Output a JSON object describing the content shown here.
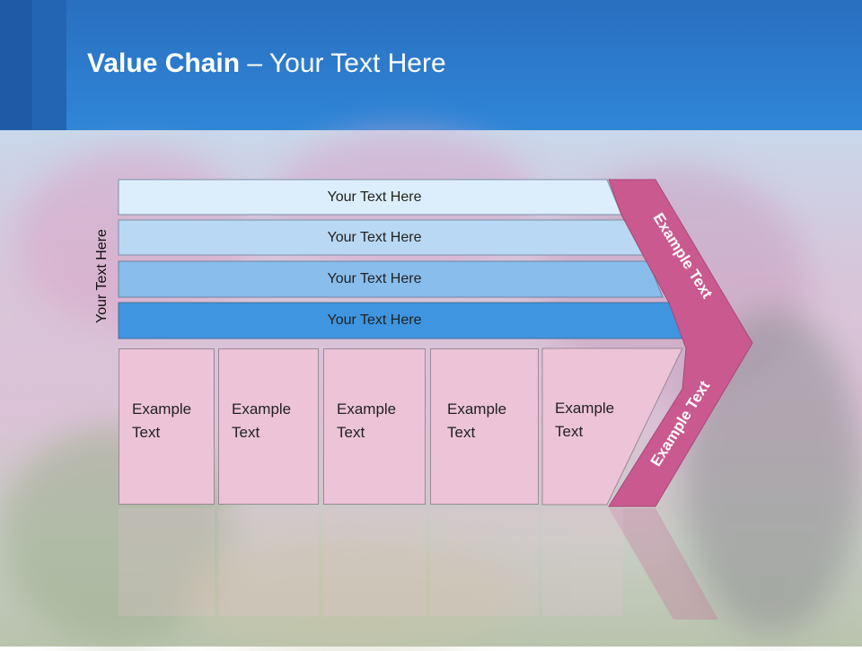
{
  "slide": {
    "title_bold": "Value Chain",
    "title_rest": " – Your Text Here",
    "vertical_label": "Your Text Here",
    "bars": [
      "Your Text Here",
      "Your Text Here",
      "Your Text Here",
      "Your Text Here"
    ],
    "boxes": [
      {
        "line1": "Example",
        "line2": "Text"
      },
      {
        "line1": "Example",
        "line2": "Text"
      },
      {
        "line1": "Example",
        "line2": "Text"
      },
      {
        "line1": "Example",
        "line2": "Text"
      },
      {
        "line1": "Example",
        "line2": "Text"
      }
    ],
    "arrow_top_label": "Example Text",
    "arrow_bottom_label": "Example Text",
    "colors": {
      "bar1": "#dceefb",
      "bar2": "#b9d8f3",
      "bar3": "#88bdec",
      "bar4": "#3f95df",
      "box": "#ecc3d7",
      "arrow": "#c9598f",
      "header": "#2f86d8"
    }
  }
}
